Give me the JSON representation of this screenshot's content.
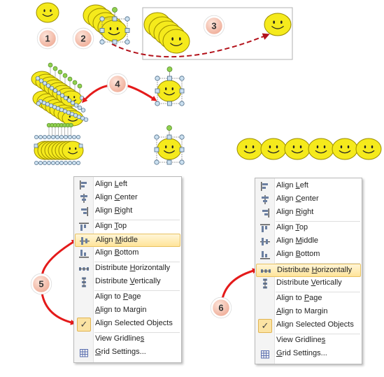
{
  "steps": [
    "1",
    "2",
    "3",
    "4",
    "5",
    "6"
  ],
  "menu_left": {
    "groups": [
      [
        {
          "label": "Align Left",
          "icon": "align-left-icon"
        },
        {
          "label": "Align Center",
          "icon": "align-center-icon"
        },
        {
          "label": "Align Right",
          "icon": "align-right-icon"
        }
      ],
      [
        {
          "label": "Align Top",
          "icon": "align-top-icon"
        },
        {
          "label": "Align Middle",
          "icon": "align-middle-icon",
          "highlighted": true
        },
        {
          "label": "Align Bottom",
          "icon": "align-bottom-icon"
        }
      ],
      [
        {
          "label": "Distribute Horizontally",
          "icon": "distribute-horizontally-icon"
        },
        {
          "label": "Distribute Vertically",
          "icon": "distribute-vertically-icon"
        }
      ],
      [
        {
          "label": "Align to Page",
          "icon": ""
        },
        {
          "label": "Align to Margin",
          "icon": ""
        },
        {
          "label": "Align Selected Objects",
          "icon": "checkmark-icon",
          "checked": true
        }
      ],
      [
        {
          "label": "View Gridlines",
          "icon": ""
        },
        {
          "label": "Grid Settings...",
          "icon": "grid-settings-icon"
        }
      ]
    ]
  },
  "menu_right": {
    "groups": [
      [
        {
          "label": "Align Left",
          "icon": "align-left-icon"
        },
        {
          "label": "Align Center",
          "icon": "align-center-icon"
        },
        {
          "label": "Align Right",
          "icon": "align-right-icon"
        }
      ],
      [
        {
          "label": "Align Top",
          "icon": "align-top-icon"
        },
        {
          "label": "Align Middle",
          "icon": "align-middle-icon"
        },
        {
          "label": "Align Bottom",
          "icon": "align-bottom-icon"
        }
      ],
      [
        {
          "label": "Distribute Horizontally",
          "icon": "distribute-horizontally-icon",
          "highlighted": true
        },
        {
          "label": "Distribute Vertically",
          "icon": "distribute-vertically-icon"
        }
      ],
      [
        {
          "label": "Align to Page",
          "icon": ""
        },
        {
          "label": "Align to Margin",
          "icon": ""
        },
        {
          "label": "Align Selected Objects",
          "icon": "checkmark-icon",
          "checked": true
        }
      ],
      [
        {
          "label": "View Gridlines",
          "icon": ""
        },
        {
          "label": "Grid Settings...",
          "icon": "grid-settings-icon"
        }
      ]
    ]
  },
  "colors": {
    "smiley_fill": "#f5ea1c",
    "smiley_stroke": "#9a8c00",
    "badge_fill": "#f6cdbf",
    "badge_ring": "#ffffff",
    "arrow": "#e41a1a",
    "dash_arrow": "#b3121b",
    "highlight": "#ffe49a",
    "handle": "#cbe0f0",
    "rotate_handle": "#8fd14f"
  }
}
